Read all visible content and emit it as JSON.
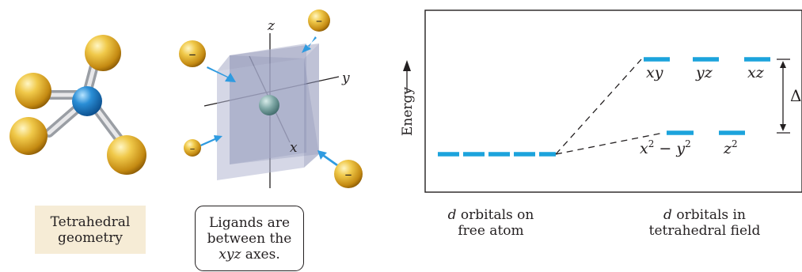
{
  "left_panel": {
    "caption_line1": "Tetrahedral",
    "caption_line2": "geometry"
  },
  "middle_panel": {
    "axis_z": "z",
    "axis_y": "y",
    "axis_x": "x",
    "ligand_charge": "–",
    "caption_line1": "Ligands are",
    "caption_line2": "between the",
    "caption_line3_italic": "xyz",
    "caption_line3_rest": " axes."
  },
  "energy_diagram": {
    "y_axis_label": "Energy",
    "delta_symbol": "Δ",
    "upper_orbitals": [
      "xy",
      "yz",
      "xz"
    ],
    "lower_orbitals": {
      "first_x": "x",
      "first_exp": "2",
      "first_minus": " − ",
      "first_y": "y",
      "first_y_exp": "2",
      "second_z": "z",
      "second_exp": "2"
    },
    "free_caption_line1_italic": "d",
    "free_caption_line1_rest": " orbitals on",
    "free_caption_line2": "free atom",
    "tet_caption_line1_italic": "d",
    "tet_caption_line1_rest": " orbitals in",
    "tet_caption_line2": "tetrahedral field",
    "colors": {
      "level": "#1ca3dc",
      "frame": "#231f20"
    }
  }
}
